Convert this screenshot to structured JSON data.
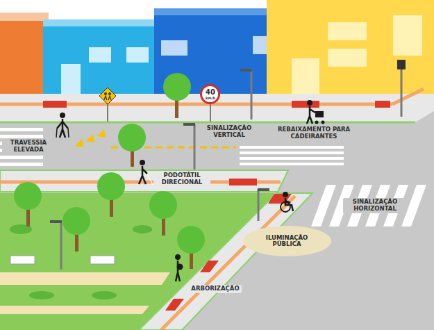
{
  "diagram": {
    "nodes": [
      {
        "text": [
          "40",
          "km/h"
        ]
      },
      {
        "text": [
          "ILUMINAÇÃO PÚBLICA"
        ]
      }
    ],
    "labels": [
      "TRAVESSIA ELEVADA",
      "SINALIZAÇÃO VERTICAL",
      "REBAIXAMENTO PARA CADEIRANTES",
      "PODOTÁTIL DIRECIONAL",
      "SINALIZAÇÃO HORIZONTAL",
      "ARBORIZAÇÃO"
    ]
  }
}
